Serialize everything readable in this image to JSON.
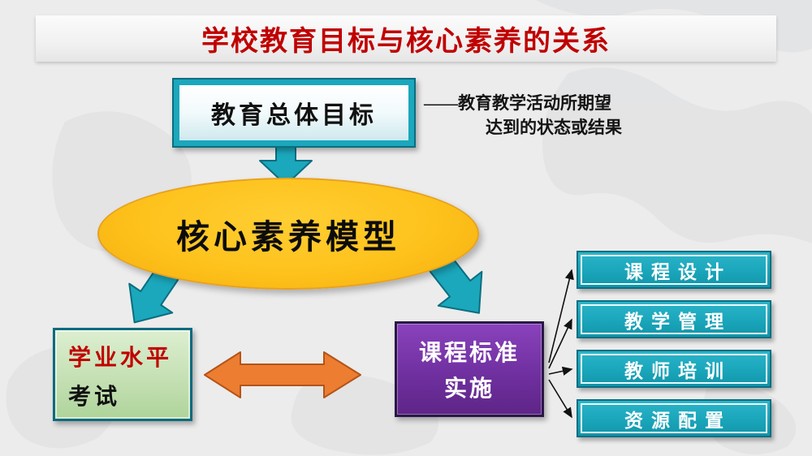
{
  "title": {
    "text": "学校教育目标与核心素养的关系"
  },
  "goal_box": {
    "label": "教育总体目标"
  },
  "goal_note": {
    "line1": "——教育教学活动所期望",
    "line2": "达到的状态或结果"
  },
  "core_ellipse": {
    "label": "核心素养模型"
  },
  "exam_box": {
    "line1": "学业水平",
    "line2": "考试"
  },
  "implementation_box": {
    "line1": "课程标准",
    "line2": "实施"
  },
  "outcome_boxes": [
    {
      "label": "课程设计"
    },
    {
      "label": "教学管理"
    },
    {
      "label": "教师培训"
    },
    {
      "label": "资源配置"
    }
  ],
  "colors": {
    "title_text": "#C00000",
    "teal": "#1BA7BC",
    "teal_dark": "#0A6E80",
    "gold": "#FEC21C",
    "green_fill": "#C5E0B4",
    "purple": "#7030A0",
    "purple_border": "#2A1747",
    "orange": "#ED7D31",
    "exam_text_red": "#C00000",
    "background": "#ECECEC"
  }
}
